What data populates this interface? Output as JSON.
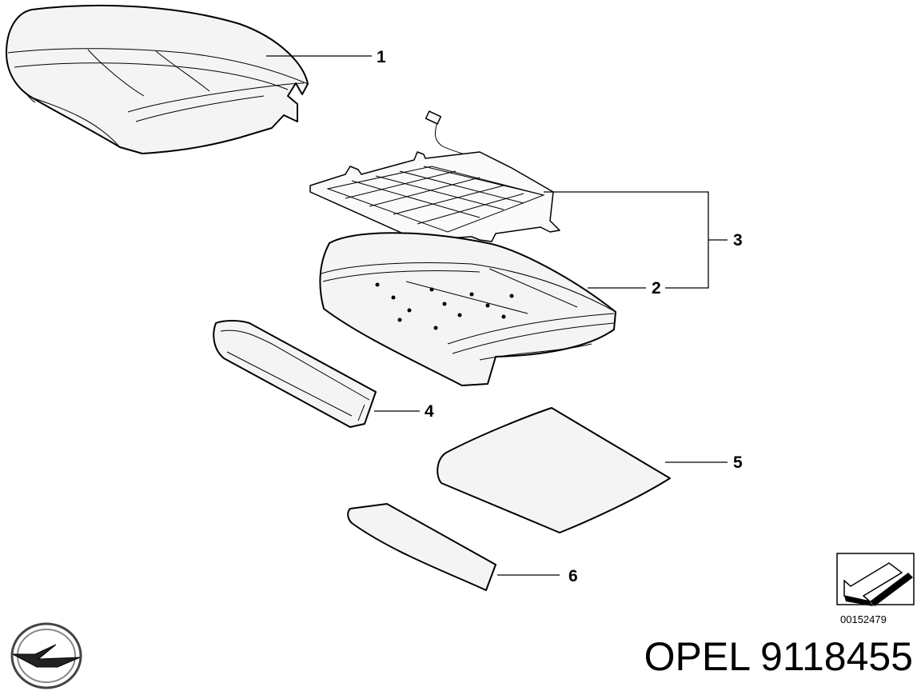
{
  "callouts": [
    "1",
    "2",
    "3",
    "4",
    "5",
    "6"
  ],
  "reference_code": "00152479",
  "caption": "OPEL 9118455",
  "icons": {
    "brand_logo": "opel-lightning-logo",
    "direction_badge": "orientation-arrow-icon"
  }
}
